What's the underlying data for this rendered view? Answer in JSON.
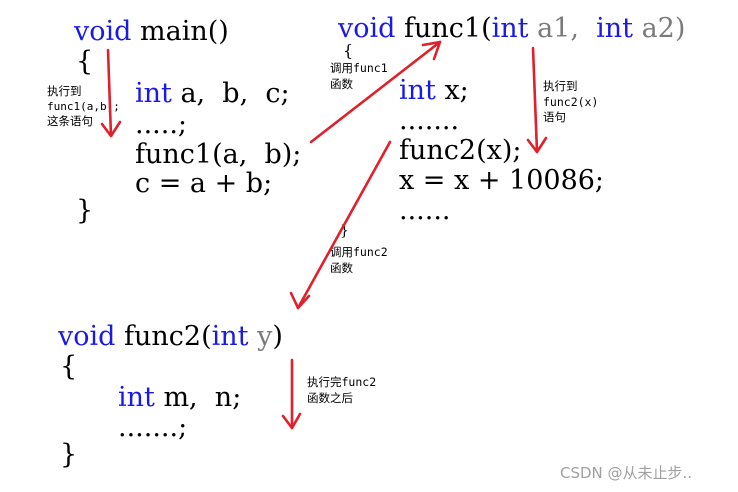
{
  "main_block": {
    "kw_void": "void",
    "signature_rest": " main()",
    "open_brace": "{",
    "decl_kw": "int",
    "decl_rest": " a,  b,  c;",
    "dots": ".....;",
    "call_line": "func1(a,  b);",
    "assign_line": "c = a + b;",
    "close_brace": "}"
  },
  "func1_block": {
    "kw_void": "void",
    "name": " func1(",
    "kw_int1": "int",
    "param1": " a1,",
    "kw_int2": "int",
    "param2": " a2)",
    "open_brace": "{",
    "decl_kw": "int",
    "decl_rest": " x;",
    "dots1": ".......",
    "call_line": "func2(x);",
    "assign_line": "x = x + 10086;",
    "dots2": "......",
    "close_brace": "}"
  },
  "func2_block": {
    "kw_void": "void",
    "name": " func2(",
    "kw_int": "int",
    "param": " y",
    "close_paren": ")",
    "open_brace": "{",
    "decl_kw": "int",
    "decl_rest": " m,  n;",
    "dots": ".......;",
    "close_brace": "}"
  },
  "annotations": {
    "exec_to_func1_call": [
      "执行到",
      "func1(a,b);",
      "这条语句"
    ],
    "call_func1": [
      "调用func1",
      "函数"
    ],
    "exec_to_func2_call": [
      "执行到",
      "func2(x)",
      "语句"
    ],
    "call_func2": [
      "调用func2",
      "函数"
    ],
    "after_func2": [
      "执行完func2",
      "函数之后"
    ]
  },
  "watermark": "CSDN @从未止步..",
  "colors": {
    "keyword": "#1a1ae6",
    "param_gray": "#7a7a7a",
    "arrow": "#e0202a",
    "text": "#000000"
  }
}
